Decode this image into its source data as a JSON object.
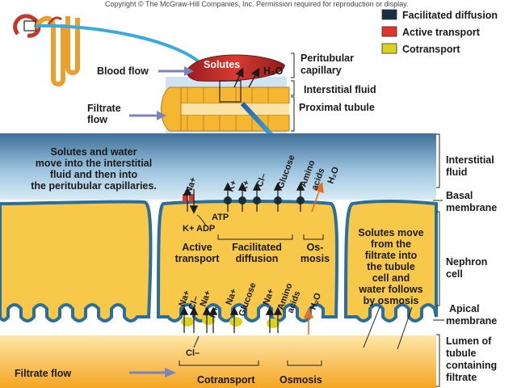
{
  "copyright": "Copyright © The McGraw-Hill Companies, Inc. Permission required for reproduction or display.",
  "legend": [
    {
      "label": "Facilitated diffusion",
      "color": "#173042"
    },
    {
      "label": "Active transport",
      "color": "#e0342c"
    },
    {
      "label": "Cotransport",
      "color": "#d9d21e"
    }
  ],
  "inset": {
    "blood_flow": "Blood flow",
    "filtrate_flow": [
      "Filtrate",
      "flow"
    ],
    "solutes": "Solutes",
    "water": "H₂O",
    "peritubular_capillary": [
      "Peritubular",
      "capillary"
    ],
    "interstitial_fluid": "Interstitial fluid",
    "proximal_tubule": "Proximal tubule"
  },
  "main": {
    "description": [
      "Solutes and water",
      "move into the interstitial",
      "fluid and then into",
      "the peritubular capillaries."
    ],
    "right_labels": {
      "interstitial_fluid": [
        "Interstitial",
        "fluid"
      ],
      "basal_membrane": [
        "Basal",
        "membrane"
      ],
      "nephron_cell": [
        "Nephron",
        "cell"
      ],
      "apical_membrane": [
        "Apical",
        "membrane"
      ],
      "lumen": [
        "Lumen of",
        "tubule",
        "containing",
        "filtrate"
      ]
    },
    "basal_ions": [
      "Na+",
      "K+",
      "K+",
      "Cl–",
      "Glucose",
      "Amino",
      "acids",
      "H₂O"
    ],
    "atp": "ATP",
    "adp": "K+ ADP",
    "active_transport": [
      "Active",
      "transport"
    ],
    "facilitated_diffusion": [
      "Facilitated",
      "diffusion"
    ],
    "osmosis_top": [
      "Os-",
      "mosis"
    ],
    "solutes_move": [
      "Solutes move",
      "from the",
      "filtrate into",
      "the tubule",
      "cell and",
      "water follows",
      "by osmosis"
    ],
    "apical_ions": [
      "Na+",
      "Cl–",
      "Na+",
      "K+",
      "Na+",
      "Glucose",
      "Na+",
      "Amino",
      "acids",
      "H₂O"
    ],
    "cl_bottom": "Cl–",
    "filtrate_flow": "Filtrate flow",
    "cotransport": "Cotransport",
    "osmosis_bottom": "Osmosis"
  }
}
